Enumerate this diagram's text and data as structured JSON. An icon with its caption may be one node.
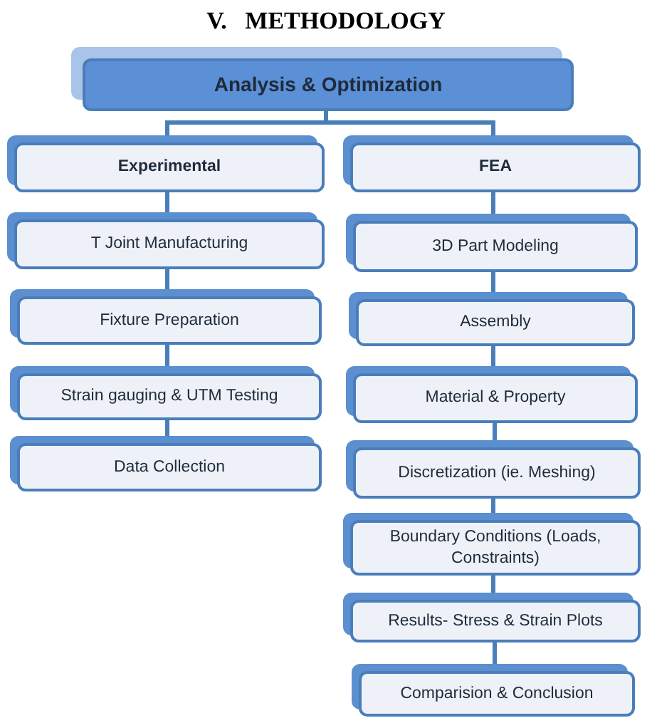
{
  "diagram": {
    "title": "V.   METHODOLOGY",
    "nodes": [
      {
        "text": [
          "Analysis & Optimization"
        ]
      },
      {
        "text": [
          "Experimental"
        ]
      },
      {
        "text": [
          "FEA"
        ]
      },
      {
        "text": [
          "T Joint Manufacturing"
        ]
      },
      {
        "text": [
          "Fixture Preparation"
        ]
      },
      {
        "text": [
          "Strain gauging & UTM Testing"
        ]
      },
      {
        "text": [
          "Data Collection"
        ]
      },
      {
        "text": [
          "3D Part Modeling"
        ]
      },
      {
        "text": [
          "Assembly"
        ]
      },
      {
        "text": [
          "Material & Property"
        ]
      },
      {
        "text": [
          "Discretization (ie. Meshing)"
        ]
      },
      {
        "text": [
          "Boundary Conditions (Loads, Constraints)"
        ]
      },
      {
        "text": [
          "Results- Stress & Strain Plots"
        ]
      },
      {
        "text": [
          "Comparision & Conclusion"
        ]
      }
    ],
    "edges": [
      {
        "from": 0,
        "to": 1,
        "arrow": "none"
      },
      {
        "from": 0,
        "to": 2,
        "arrow": "none"
      },
      {
        "from": 1,
        "to": 3,
        "arrow": "none"
      },
      {
        "from": 3,
        "to": 4,
        "arrow": "none"
      },
      {
        "from": 4,
        "to": 5,
        "arrow": "none"
      },
      {
        "from": 5,
        "to": 6,
        "arrow": "none"
      },
      {
        "from": 2,
        "to": 7,
        "arrow": "none"
      },
      {
        "from": 7,
        "to": 8,
        "arrow": "none"
      },
      {
        "from": 8,
        "to": 9,
        "arrow": "none"
      },
      {
        "from": 9,
        "to": 10,
        "arrow": "none"
      },
      {
        "from": 10,
        "to": 11,
        "arrow": "none"
      },
      {
        "from": 11,
        "to": 12,
        "arrow": "none"
      },
      {
        "from": 12,
        "to": 13,
        "arrow": "none"
      }
    ]
  }
}
